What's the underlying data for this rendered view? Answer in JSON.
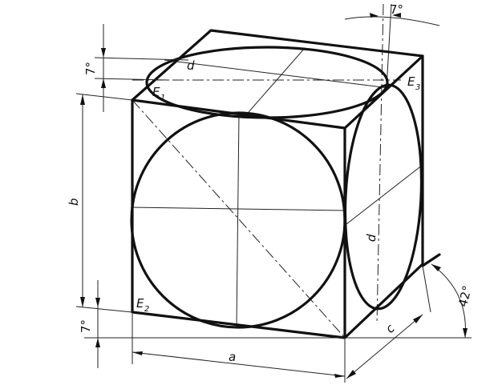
{
  "figure": {
    "points": {
      "e1": {
        "letter": "E",
        "index": "1"
      },
      "e2": {
        "letter": "E",
        "index": "2"
      },
      "e3": {
        "letter": "E",
        "index": "3"
      }
    },
    "dimensions": {
      "a": "a",
      "b": "b",
      "c": "c",
      "d_top": "d",
      "d_right": "d"
    },
    "angles": {
      "top_right": "7°",
      "top_left": "7°",
      "bottom_left": "7°",
      "receding": "42°"
    }
  },
  "colors": {
    "line": "#111111",
    "background": "#ffffff"
  }
}
